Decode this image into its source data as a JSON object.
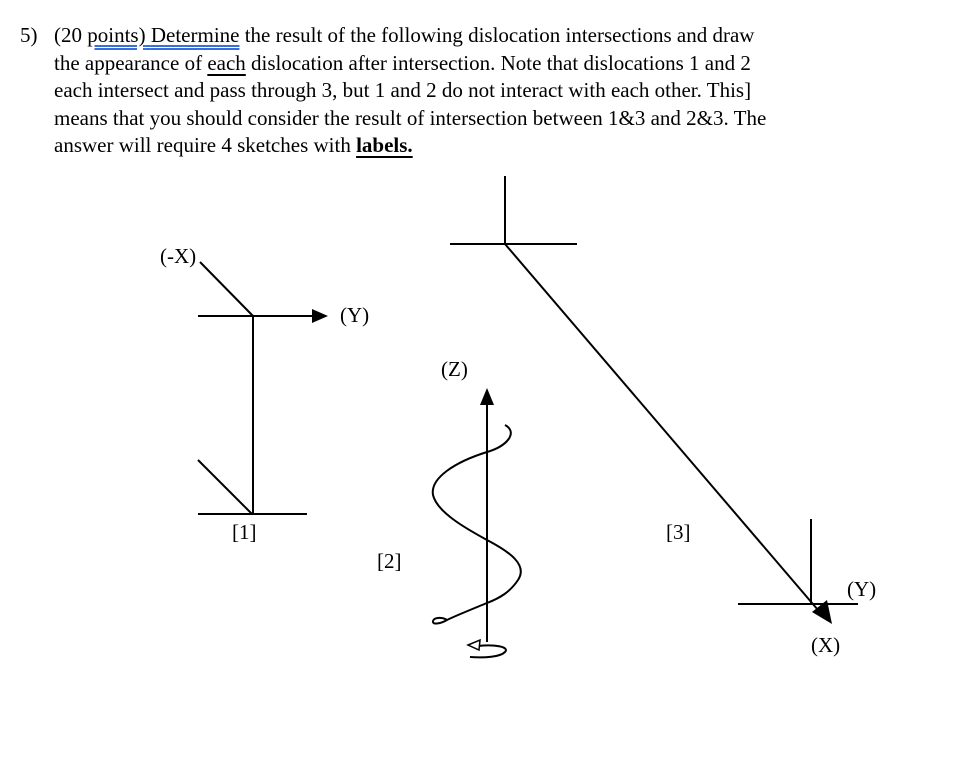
{
  "question": {
    "number": "5)",
    "points": "(20 ",
    "points_word": "points)",
    "space": " ",
    "determine": "Determine",
    "line1_rest": " the result of the following dislocation intersections and draw",
    "line2_a": "the appearance of ",
    "line2_each": "each",
    "line2_rest": " dislocation after intersection. Note that dislocations 1 and 2",
    "line3": "each intersect and pass through 3, but 1 and 2 do not interact with each other. This",
    "line3_cursor": "]",
    "line4": "means that you should consider the result of intersection between 1&3 and 2&3. The",
    "line5_a": "answer will require 4 sketches with ",
    "line5_bold": "labels."
  },
  "diagram": {
    "dislocation_1": {
      "label": "[1]",
      "axis_neg_x": "(-X)",
      "axis_y": "(Y)"
    },
    "dislocation_2": {
      "label": "[2]",
      "axis_z": "(Z)"
    },
    "dislocation_3": {
      "label": "[3]",
      "axis_y": "(Y)",
      "axis_x": "(X)"
    },
    "line_color": "#000000"
  }
}
